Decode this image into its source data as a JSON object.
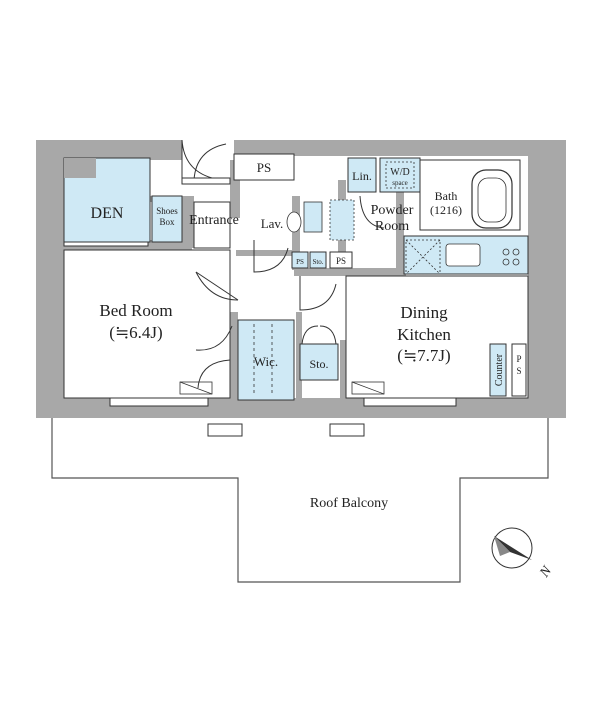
{
  "rooms": {
    "den": "DEN",
    "shoes_box_line1": "Shoes",
    "shoes_box_line2": "Box",
    "entrance": "Entrance",
    "ps_top": "PS",
    "linen": "Lin.",
    "wd_space_line1": "W/D",
    "wd_space_line2": "space",
    "bath": "Bath",
    "bath_size": "(1216)",
    "lavatory": "Lav.",
    "powder_room_line1": "Powder",
    "powder_room_line2": "Room",
    "ps_small": "PS",
    "storage_small": "Sto.",
    "ps_mid": "PS",
    "bed_room": "Bed Room",
    "bed_room_size": "(≒6.4J)",
    "dining_kitchen_line1": "Dining",
    "dining_kitchen_line2": "Kitchen",
    "dining_kitchen_size": "(≒7.7J)",
    "walk_in_closet": "Wic.",
    "storage": "Sto.",
    "counter": "Counter",
    "ps_right_p": "P",
    "ps_right_s": "S",
    "roof_balcony": "Roof Balcony"
  },
  "compass": {
    "north_label": "N"
  },
  "colors": {
    "wall": "#a8a8a8",
    "highlight": "#cfe9f5",
    "line": "#333333",
    "fixture": "#9fc4d8"
  }
}
